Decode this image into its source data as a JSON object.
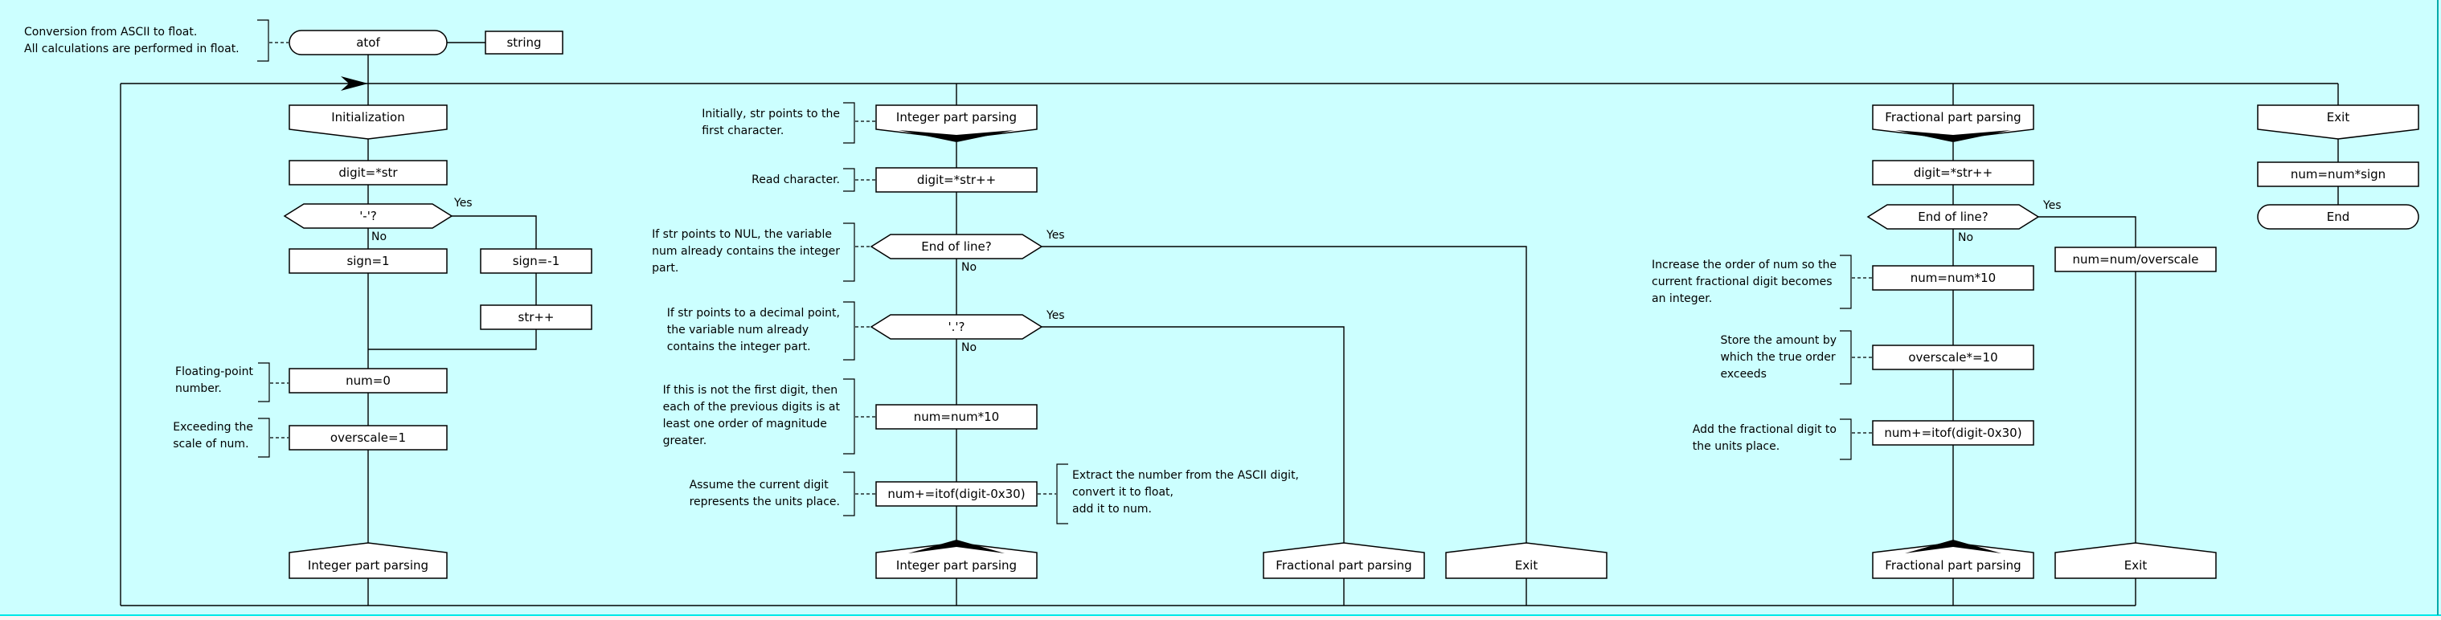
{
  "colors": {
    "background": "#CCFFFF",
    "node_fill": "#FFFFFF",
    "line": "#000000",
    "bottom_border": "#00E8E8",
    "right_border": "#00AAAA"
  },
  "labels": {
    "yes": "Yes",
    "no": "No"
  },
  "nodes": {
    "atof": "atof",
    "string_param": "string",
    "initialization": "Initialization",
    "read_digit": "digit=*str",
    "minus_check": "'-'?",
    "sign_plus": "sign=1",
    "sign_minus": "sign=-1",
    "advance_str": "str++",
    "num_zero": "num=0",
    "overscale_one": "overscale=1",
    "goto_integer_1": "Integer part parsing",
    "integer_label": "Integer part parsing",
    "int_read": "digit=*str++",
    "int_eol": "End of line?",
    "dot_check": "'.'?",
    "int_shift": "num=num*10",
    "int_add": "num+=itof(digit-0x30)",
    "goto_integer_2": "Integer part parsing",
    "goto_fraction_mid": "Fractional part parsing",
    "goto_exit_mid": "Exit",
    "fraction_label": "Fractional part parsing",
    "frac_read": "digit=*str++",
    "frac_eol": "End of line?",
    "normalize": "num=num/overscale",
    "frac_shift": "num=num*10",
    "overscale_mul": "overscale*=10",
    "frac_add": "num+=itof(digit-0x30)",
    "goto_fraction_2": "Fractional part parsing",
    "goto_exit_2": "Exit",
    "exit_label": "Exit",
    "apply_sign": "num=num*sign",
    "end": "End"
  },
  "annotations": {
    "header_note": "Conversion from ASCII to float.\nAll calculations are performed in float.",
    "floating_point": "Floating-point\nnumber.",
    "exceeding": "Exceeding the\nscale of num.",
    "initially": "Initially, str points to the\nfirst character.",
    "read_character": "Read character.",
    "nul_note": "If str points to NUL, the variable\nnum already contains the integer\npart.",
    "decimal_note": "If str points to a decimal point,\nthe variable num already\ncontains the integer part.",
    "not_first_digit": "If this is not the first digit, then\neach of the previous digits is at\nleast one order of magnitude\ngreater.",
    "assume_units": "Assume the current digit\nrepresents the units place.",
    "extract": "Extract the number from the ASCII digit,\nconvert it to float,\nadd it to num.",
    "increase_order": "Increase the order of num so the\ncurrent fractional digit becomes\nan integer.",
    "store_amount": "Store the amount by\nwhich the true order\nexceeds",
    "add_fractional": "Add the fractional digit to\nthe units place."
  }
}
